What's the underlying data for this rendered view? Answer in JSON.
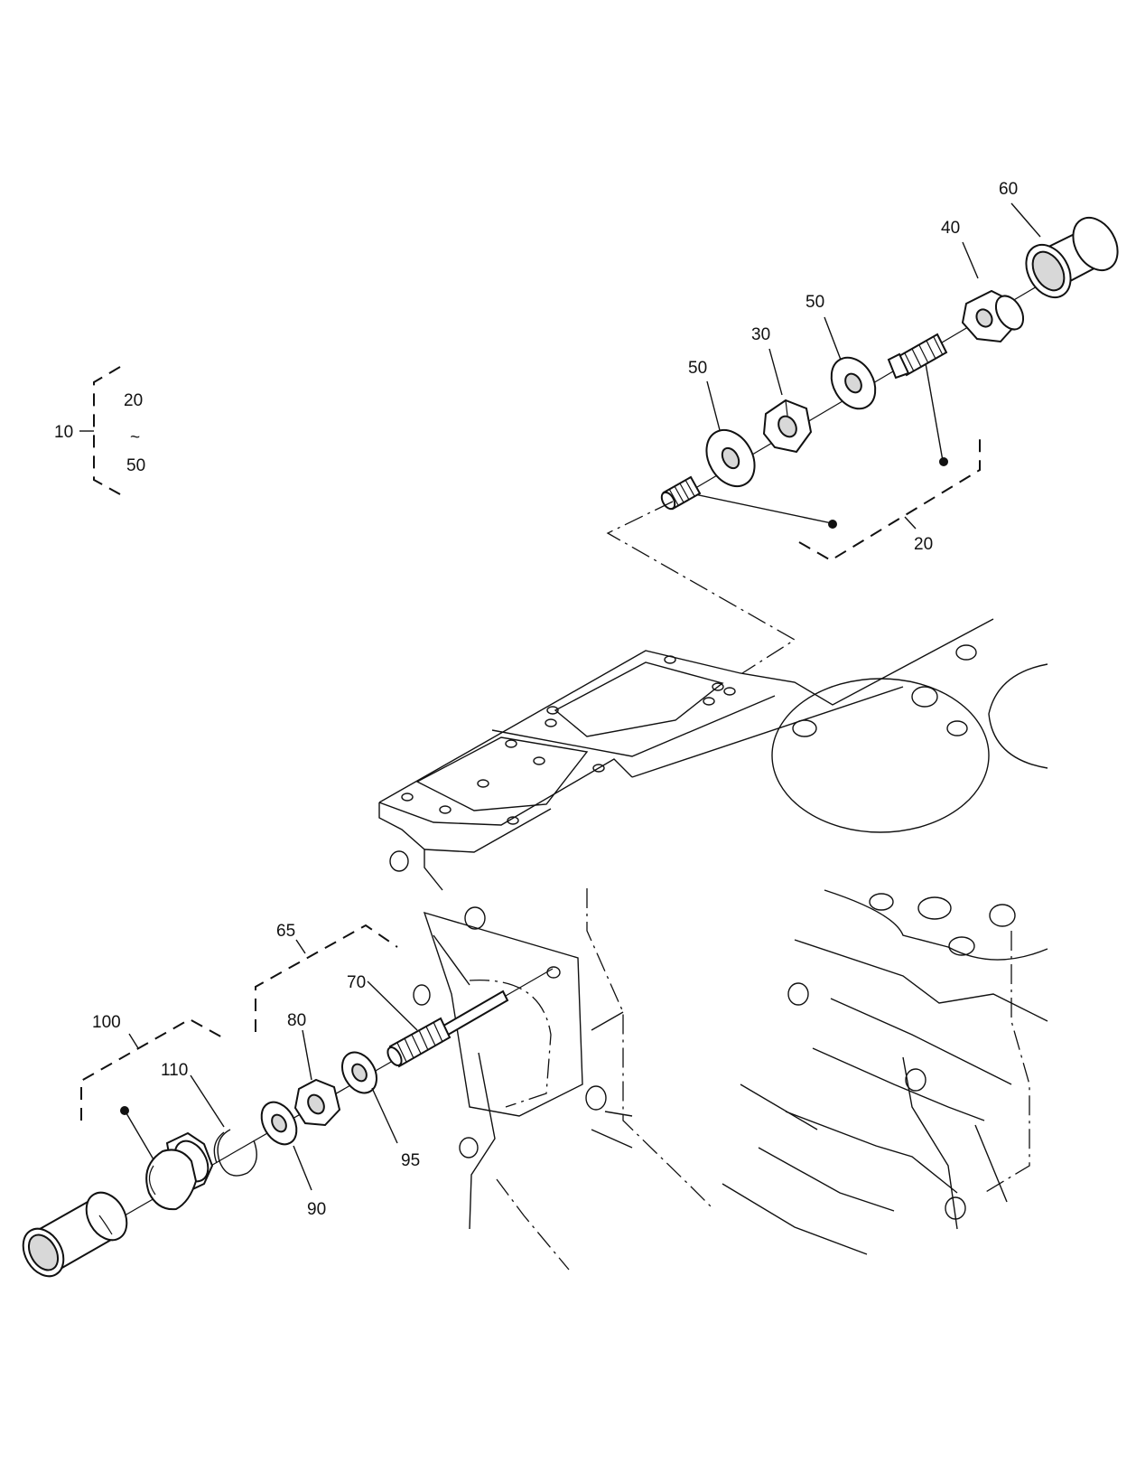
{
  "diagram": {
    "legend": {
      "group": "10",
      "range_start": "20",
      "range_symbol": "~",
      "range_end": "50"
    },
    "callouts": {
      "c60": "60",
      "c40": "40",
      "c50a": "50",
      "c30": "30",
      "c50b": "50",
      "c20": "20",
      "c65": "65",
      "c70": "70",
      "c80": "80",
      "c100": "100",
      "c110": "110",
      "c90": "90",
      "c95": "95"
    }
  }
}
